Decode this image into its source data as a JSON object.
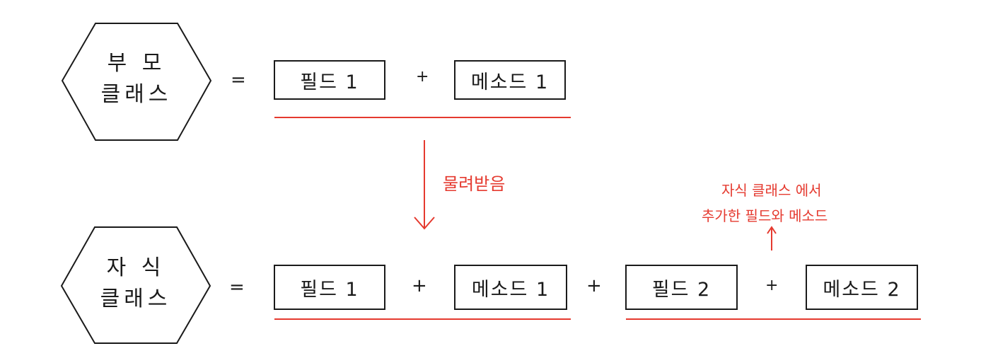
{
  "parent": {
    "label_line1": "부 모",
    "label_line2": "클래스",
    "equals": "=",
    "field": "필드 1",
    "plus": "+",
    "method": "메소드 1"
  },
  "inherit_label": "물려받음",
  "child": {
    "label_line1": "자 식",
    "label_line2": "클래스",
    "equals": "=",
    "field1": "필드 1",
    "plus1": "+",
    "method1": "메소드 1",
    "plus2": "+",
    "field2": "필드 2",
    "plus3": "+",
    "method2": "메소드 2"
  },
  "annotation": {
    "line1": "자식  클래스 에서",
    "line2": "추가한  필드와  메소드"
  },
  "colors": {
    "ink": "#1a1a1a",
    "accent": "#e53a2f"
  }
}
